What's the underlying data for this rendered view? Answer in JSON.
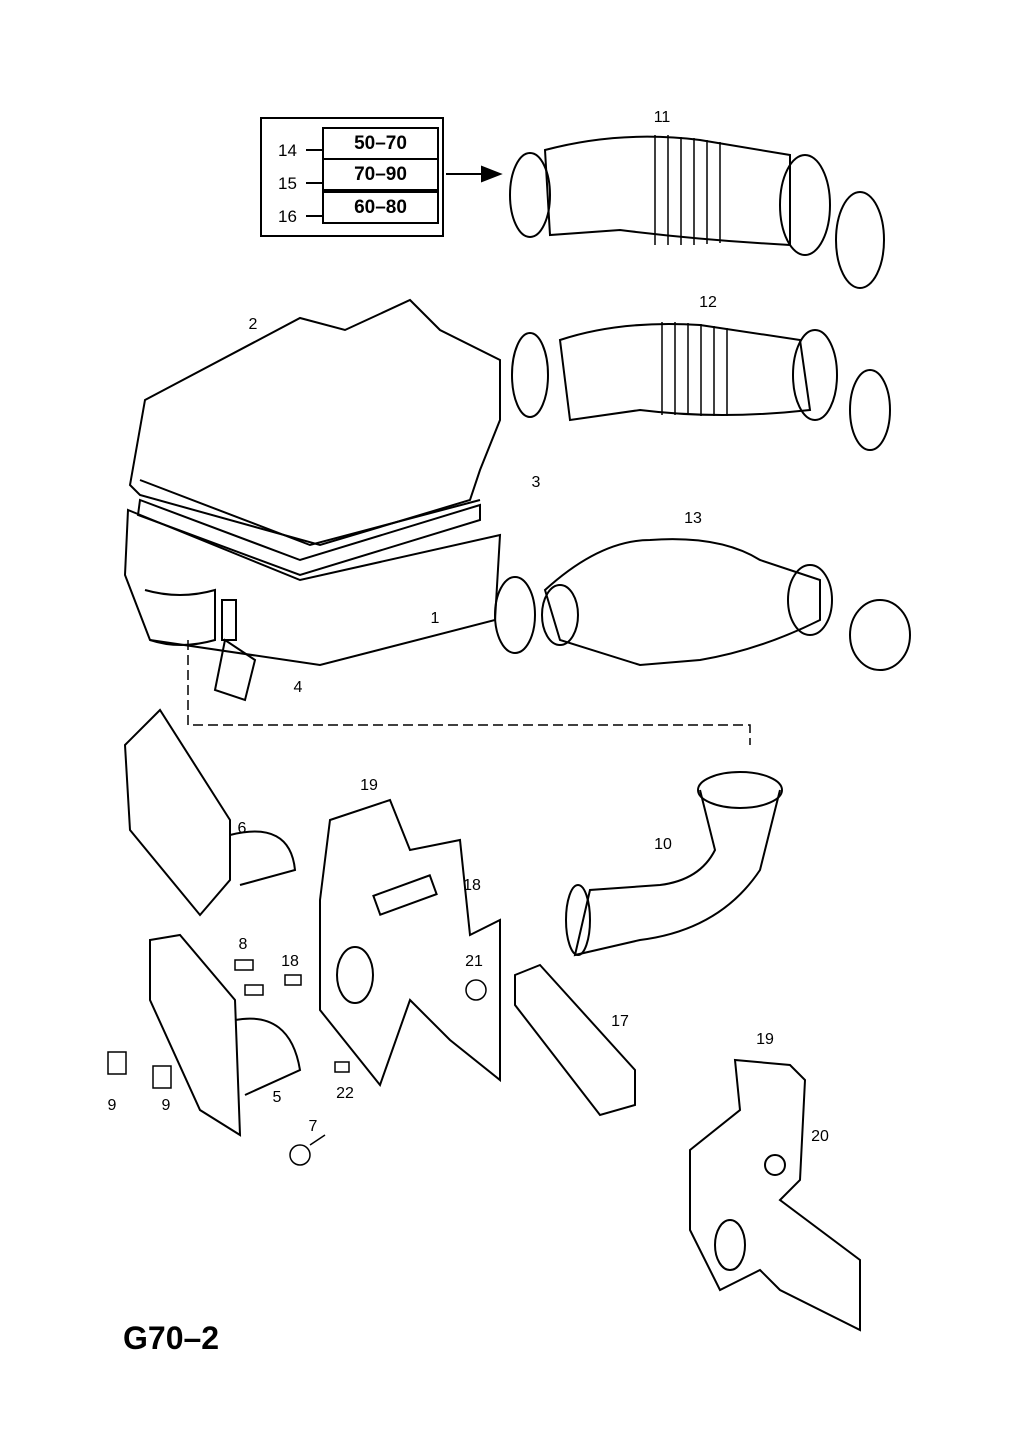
{
  "title": "G70–2",
  "torque_table": {
    "rows": [
      {
        "part": "14",
        "value": "50–70"
      },
      {
        "part": "15",
        "value": "70–90"
      },
      {
        "part": "16",
        "value": "60–80"
      }
    ]
  },
  "callouts": [
    "11",
    "2",
    "12",
    "3",
    "13",
    "1",
    "4",
    "6",
    "19",
    "18",
    "10",
    "8",
    "18",
    "21",
    "17",
    "9",
    "9",
    "5",
    "22",
    "7",
    "19",
    "20"
  ]
}
